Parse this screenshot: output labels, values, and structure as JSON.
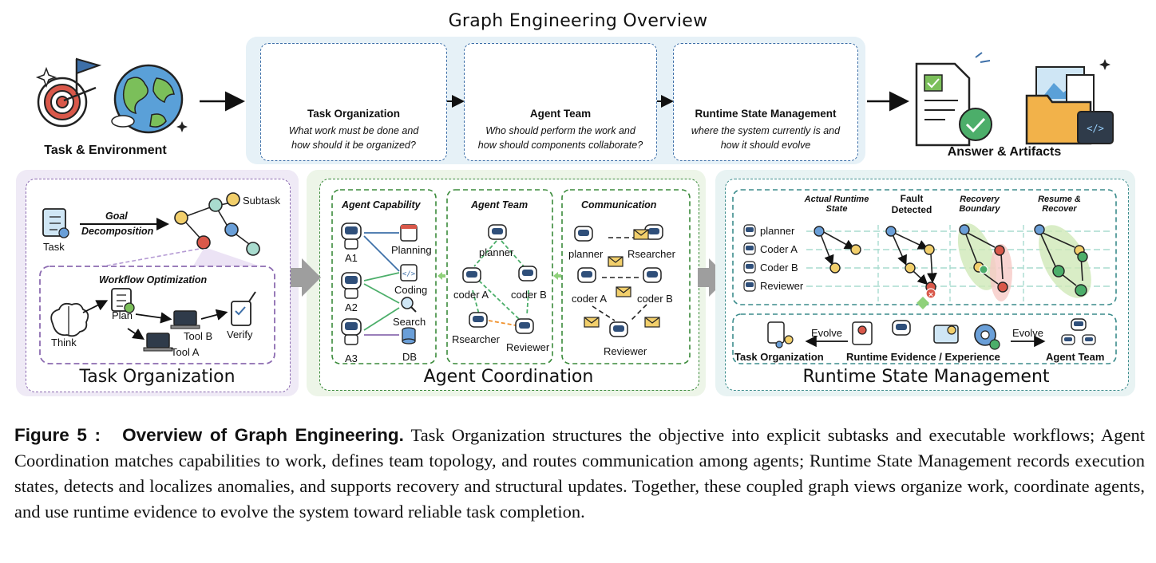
{
  "title": "Graph Engineering Overview",
  "top": {
    "left_label": "Task & Environment",
    "right_label": "Answer & Artifacts",
    "boxes": [
      {
        "title": "Task Organization",
        "line1": "What work must be done and",
        "line2": "how should it be organized?"
      },
      {
        "title": "Agent Team",
        "line1": "Who should perform the work and",
        "line2": "how should components collaborate?"
      },
      {
        "title": "Runtime State Management",
        "line1": "where the system currently is and",
        "line2": "how it should evolve"
      }
    ]
  },
  "panel1": {
    "title": "Task Organization",
    "task": "Task",
    "goal1": "Goal",
    "goal2": "Decomposition",
    "subtask": "Subtask",
    "workflow_title": "Workflow Optimization",
    "think": "Think",
    "plan": "Plan",
    "tool_b": "Tool B",
    "tool_a": "Tool A",
    "verify": "Verify"
  },
  "panel2": {
    "title": "Agent Coordination",
    "capability": {
      "title": "Agent Capability",
      "agents": [
        "A1",
        "A2",
        "A3"
      ],
      "skills": [
        "Planning",
        "Coding",
        "Search",
        "DB"
      ]
    },
    "team": {
      "title": "Agent Team",
      "planner": "planner",
      "coder_a": "coder A",
      "coder_b": "coder B",
      "rsearcher": "Rsearcher",
      "reviewer": "Reviewer"
    },
    "comm": {
      "title": "Communication",
      "planner": "planner",
      "rsearcher": "Rsearcher",
      "coder_a": "coder A",
      "coder_b": "coder B",
      "reviewer": "Reviewer"
    }
  },
  "panel3": {
    "title": "Runtime State Management",
    "col1": [
      "Actual Runtime",
      "State"
    ],
    "col2": [
      "Fault",
      "Detected"
    ],
    "col3": [
      "Recovery",
      "Boundary"
    ],
    "col4": [
      "Resume &",
      "Recover"
    ],
    "rows": [
      "planner",
      "Coder A",
      "Coder B",
      "Reviewer"
    ],
    "evolve": "Evolve",
    "task_org": "Task Organization",
    "evidence": "Runtime Evidence / Experience",
    "agent_team": "Agent Team"
  },
  "caption": {
    "label": "Figure 5 :",
    "head": "Overview of Graph Engineering.",
    "body": "Task Organization structures the objective into explicit subtasks and executable workflows; Agent Coordination matches capabilities to work, defines team topology, and routes communication among agents; Runtime State Management records execution states, detects and localizes anomalies, and supports recovery and structural updates. Together, these coupled graph views organize work, coordinate agents, and use runtime evidence to evolve the system toward reliable task completion."
  },
  "colors": {
    "node_blue": "#6a9fd8",
    "node_yellow": "#f2cf6b",
    "node_teal": "#a9dccf",
    "node_red": "#d9584a",
    "panel1_border": "#8c6bb1",
    "panel2_border": "#3a8a3a",
    "panel3_border": "#3b8c8c"
  }
}
